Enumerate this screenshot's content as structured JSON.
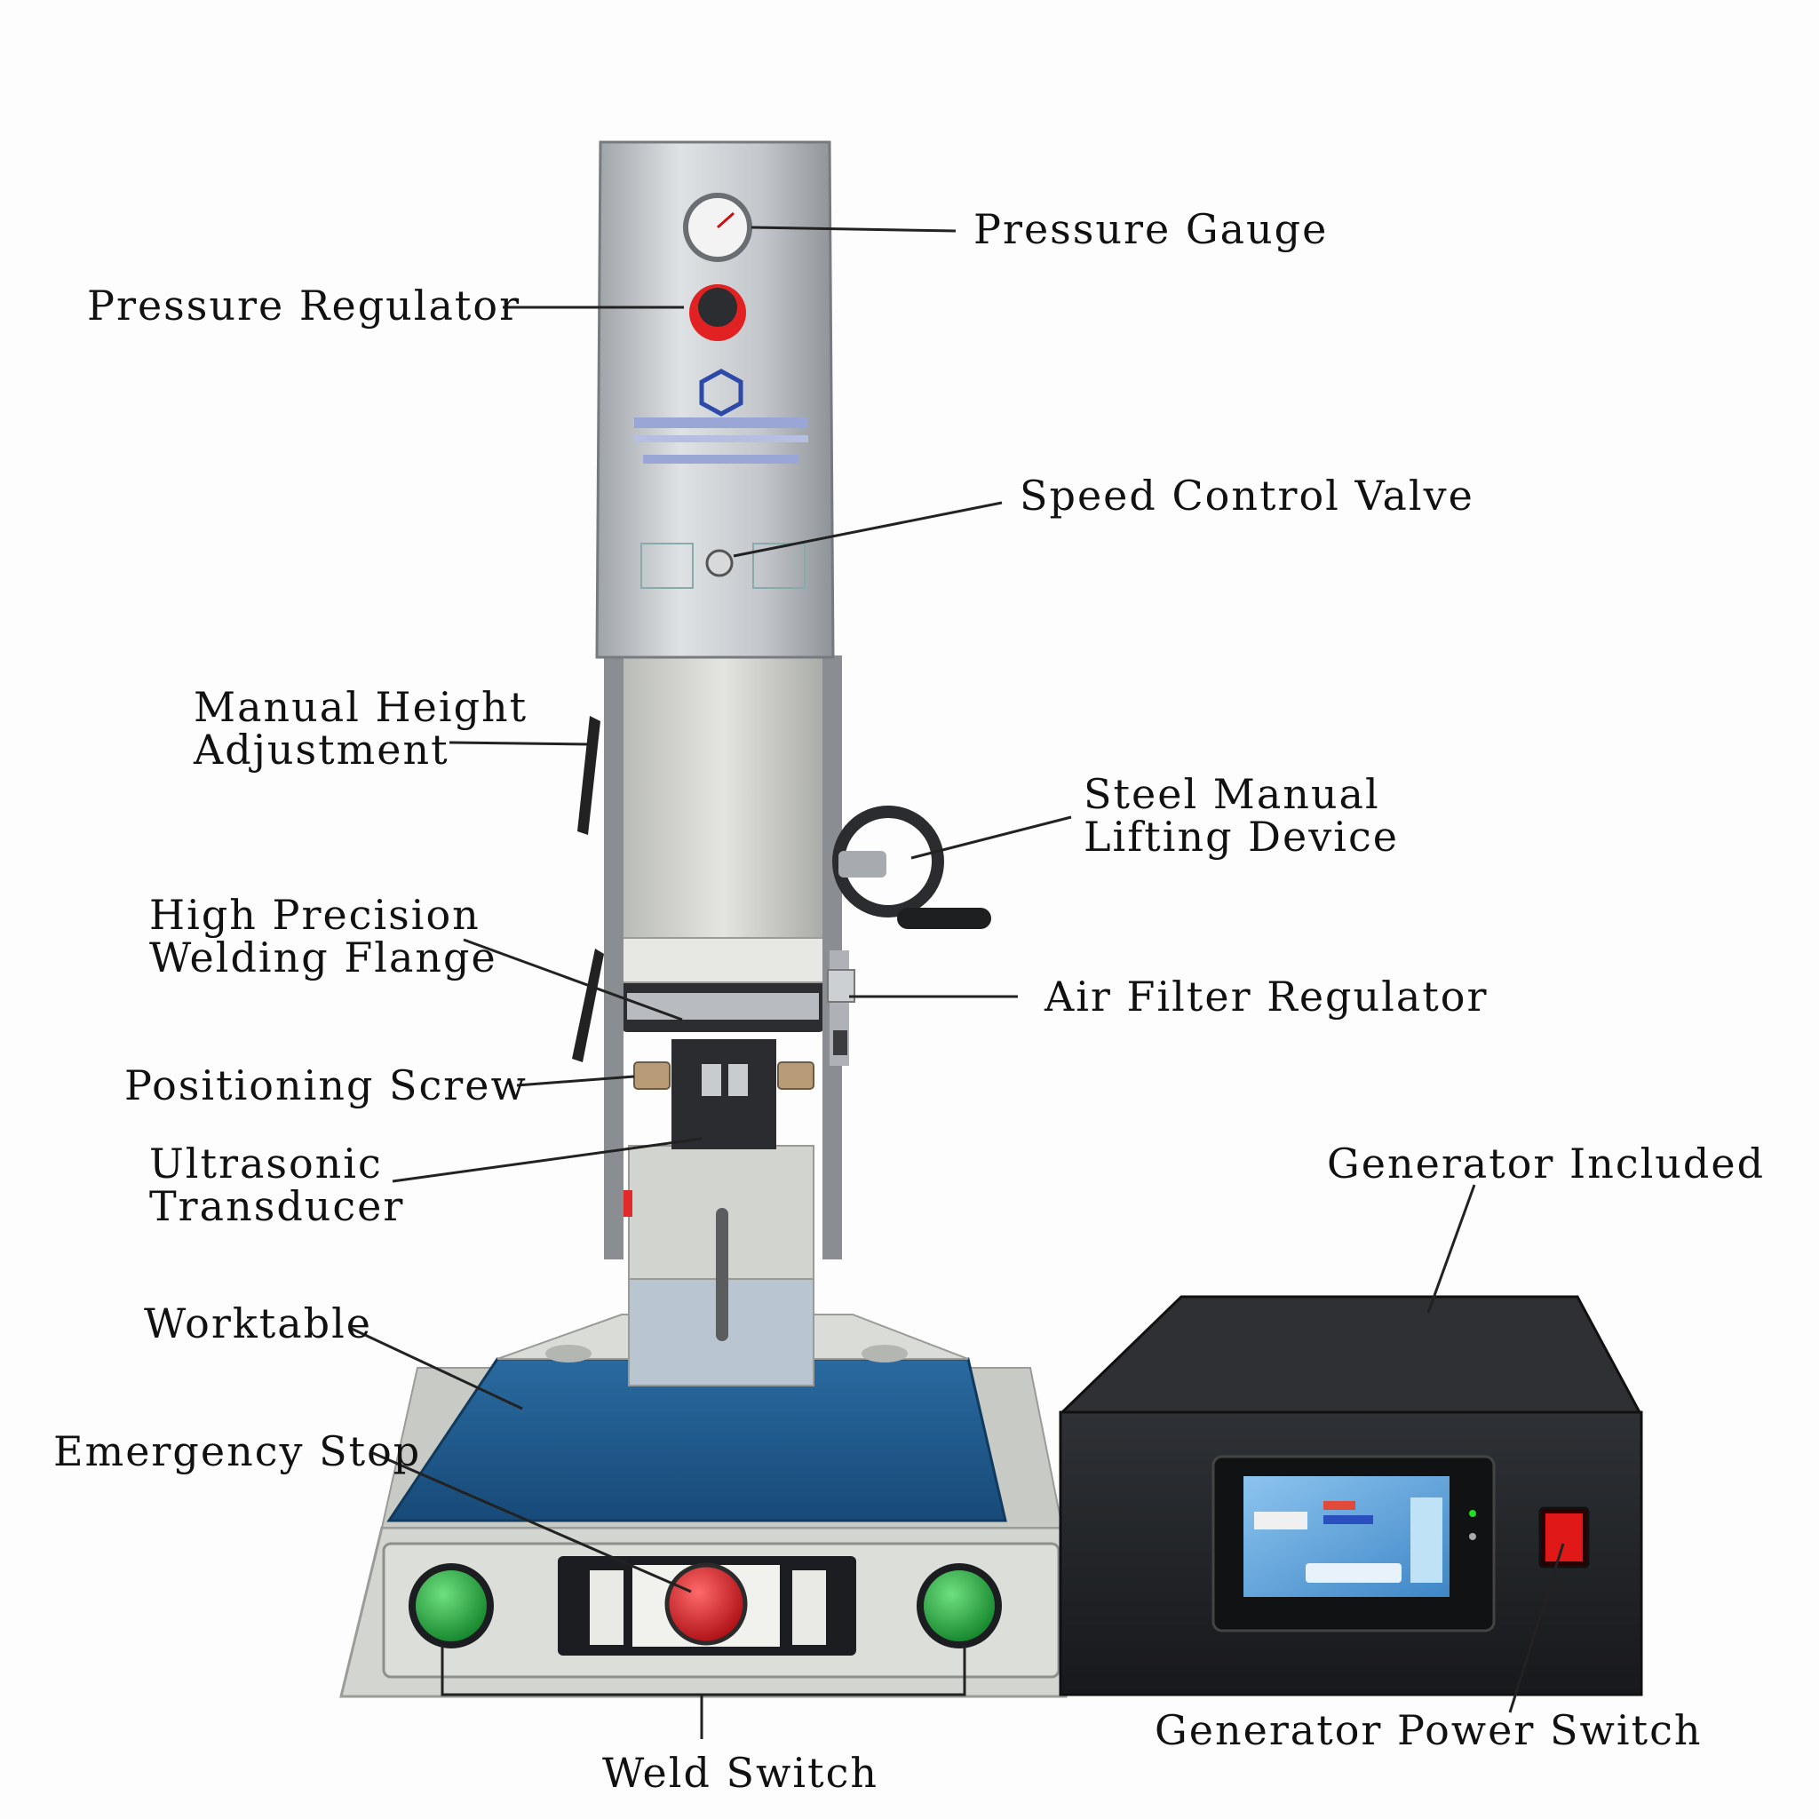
{
  "labels": {
    "pressure_gauge": "Pressure Gauge",
    "pressure_regulator": "Pressure Regulator",
    "speed_control_valve": "Speed Control Valve",
    "manual_height_adjustment": "Manual Height\nAdjustment",
    "steel_manual_lifting_device": "Steel Manual\nLifting Device",
    "high_precision_welding_flange": "High Precision\nWelding Flange",
    "air_filter_regulator": "Air Filter Regulator",
    "positioning_screw": "Positioning Screw",
    "ultrasonic_transducer": "Ultrasonic\nTransducer",
    "generator_included": "Generator Included",
    "worktable": "Worktable",
    "emergency_stop": "Emergency Stop",
    "generator_power_switch": "Generator Power Switch",
    "weld_switch": "Weld Switch"
  },
  "colors": {
    "background": "#fdfdfd",
    "label_text": "#111111",
    "leader_line": "#222222",
    "column_steel": "#c4c8cc",
    "body_grey": "#d9dbd6",
    "worktable_blue": "#1f5c8f",
    "base_grey": "#d6d8d4",
    "button_green": "#1faa3a",
    "button_red": "#d3141c",
    "generator_black": "#1f2124",
    "screen_blue": "#5aa0d8",
    "rocker_red": "#e01818"
  }
}
